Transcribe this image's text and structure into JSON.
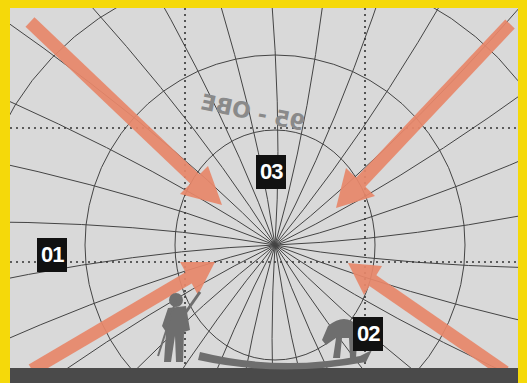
{
  "diagram": {
    "labels": [
      "01",
      "02",
      "03",
      "95 - OBE"
    ]
  }
}
